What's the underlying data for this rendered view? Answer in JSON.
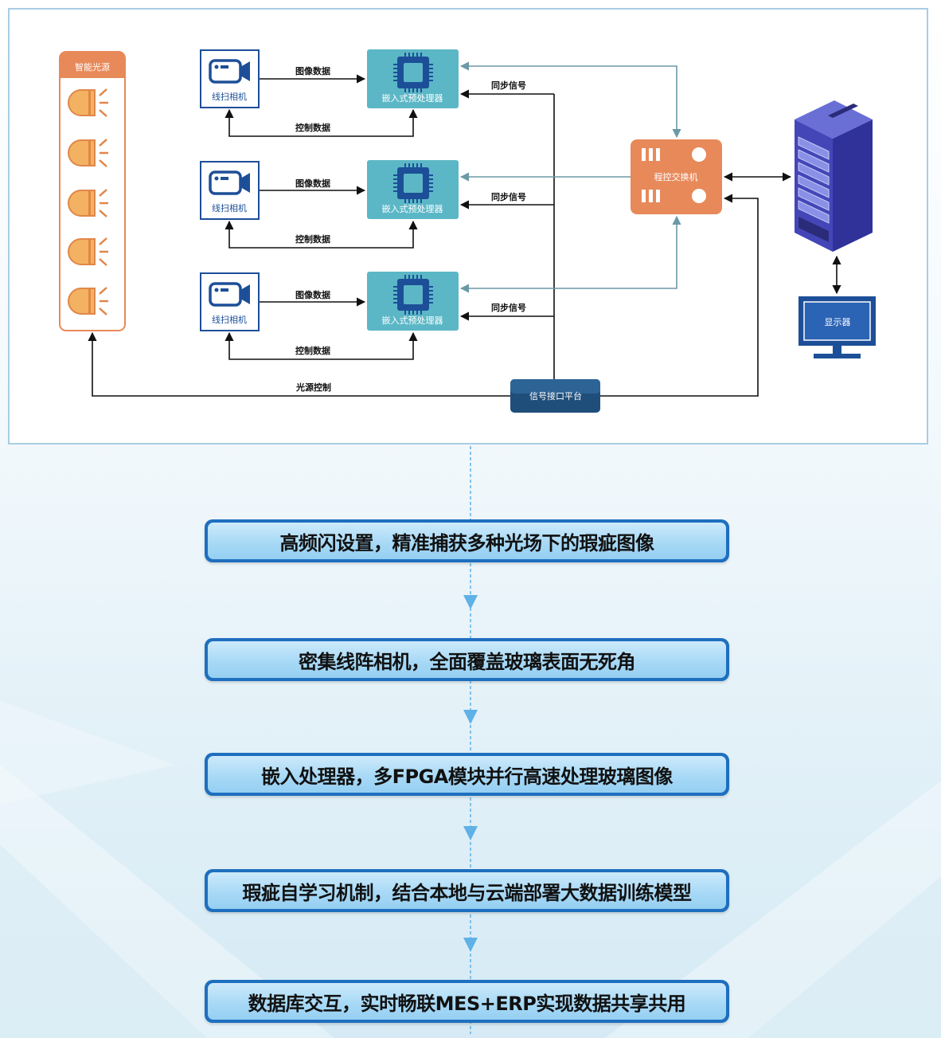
{
  "diagram": {
    "light_source": {
      "title": "智能光源"
    },
    "cameras": [
      {
        "label": "线扫相机"
      },
      {
        "label": "线扫相机"
      },
      {
        "label": "线扫相机"
      }
    ],
    "processors": [
      {
        "label": "嵌入式预处理器"
      },
      {
        "label": "嵌入式预处理器"
      },
      {
        "label": "嵌入式预处理器"
      }
    ],
    "edges": {
      "image_data": "图像数据",
      "control_data": "控制数据",
      "sync_signal": "同步信号",
      "light_control": "光源控制"
    },
    "switch": {
      "label": "程控交换机"
    },
    "signal_platform": {
      "label": "信号接口平台"
    },
    "monitor": {
      "label": "显示器"
    }
  },
  "steps": [
    {
      "text": "高频闪设置，精准捕获多种光场下的瑕疵图像"
    },
    {
      "text": "密集线阵相机，全面覆盖玻璃表面无死角"
    },
    {
      "text": "嵌入处理器，多FPGA模块并行高速处理玻璃图像"
    },
    {
      "text": "瑕疵自学习机制，结合本地与云端部署大数据训练模型"
    },
    {
      "text": "数据库交互，实时畅联MES+ERP实现数据共享共用"
    }
  ],
  "colors": {
    "panel_border": "#a9cde3",
    "light_orange": "#e8895a",
    "bulb": "#f3b262",
    "camera_blue": "#1d4f98",
    "processor_teal": "#5bb7c6",
    "switch_orange": "#e8895a",
    "server_purple": "#3c3fa8",
    "platform_navy": "#1f4e7a",
    "step_border": "#1e6fbf",
    "step_fill": "#a8d9f6",
    "flow_line": "#5fb1e6"
  }
}
